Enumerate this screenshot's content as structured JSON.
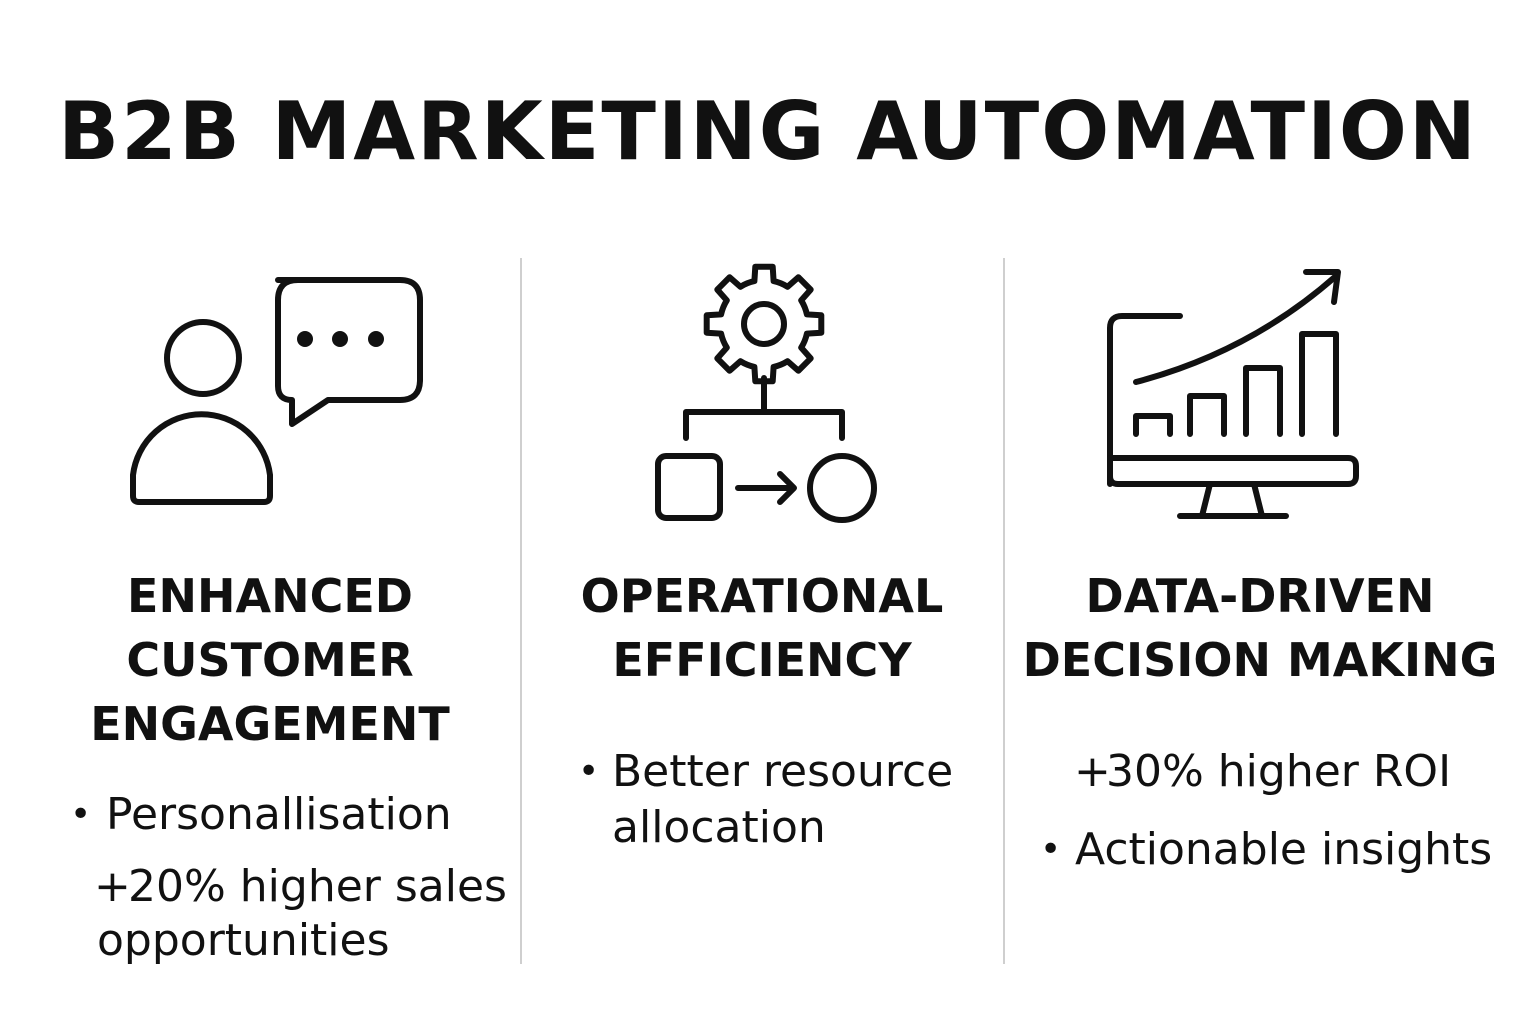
{
  "title": "B2B MARKETING AUTOMATION",
  "columns": [
    {
      "heading_lines": [
        "ENHANCED",
        "CUSTOMER",
        "ENGAGEMENT"
      ],
      "icon": "person-speech-bubble-icon",
      "items": [
        {
          "marker": "•",
          "text": "Personallisation"
        },
        {
          "marker": "+",
          "lines": [
            "20% higher sales",
            "opportunities"
          ]
        }
      ]
    },
    {
      "heading_lines": [
        "OPERATIONAL",
        "EFFICIENCY"
      ],
      "icon": "gear-workflow-icon",
      "items": [
        {
          "marker": "•",
          "lines": [
            "Better resource",
            "allocation"
          ]
        }
      ]
    },
    {
      "heading_lines": [
        "DATA-DRIVEN",
        "DECISION MAKING"
      ],
      "icon": "monitor-growth-chart-icon",
      "items": [
        {
          "marker": "+",
          "text": "30% higher ROI"
        },
        {
          "marker": "•",
          "text": "Actionable insights"
        }
      ]
    }
  ],
  "colors": {
    "text": "#111111",
    "divider": "#cfcfcf",
    "background": "#ffffff"
  }
}
